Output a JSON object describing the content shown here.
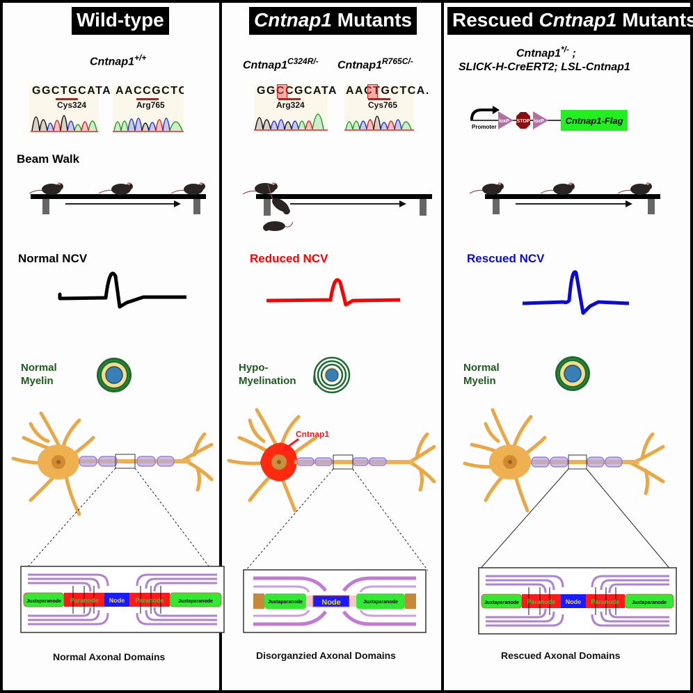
{
  "colors": {
    "ncv_normal": "#000000",
    "ncv_reduced": "#ff0000",
    "ncv_rescued": "#0a0ad8",
    "myelin_label": "#1d5a1d",
    "juxtaparanode": "#33e833",
    "paranode": "#ff1a1a",
    "node": "#1a1aff",
    "myelin_loops": "#b07fd6",
    "neuron": "#eeb050",
    "cntnap1_mark": "#ff2200"
  },
  "panels": [
    {
      "id": "wild-type",
      "title": {
        "pre": "",
        "italic": "",
        "post": "Wild-type"
      },
      "genotype": {
        "main": "Cntnap1",
        "sup": "+/+"
      },
      "sequences": [
        {
          "letters": "GGCTGCATA",
          "residue": "Cys324",
          "highlight": ""
        },
        {
          "letters": "AACCGCTCA",
          "residue": "Arg765",
          "highlight": ""
        }
      ],
      "beam_label": "Beam Walk",
      "ncv_label": "Normal NCV",
      "myelin_label": [
        "Normal",
        "Myelin"
      ],
      "domains": [
        "Juxtaparanode",
        "Paranode",
        "Node",
        "Paranode",
        "Juxtaparanode"
      ],
      "bottom_label": "Normal Axonal Domains"
    },
    {
      "id": "mutants",
      "title": {
        "pre": "",
        "italic": "Cntnap1",
        "post": " Mutants"
      },
      "genotypes": [
        {
          "main": "Cntnap1",
          "sup": "C324R/-"
        },
        {
          "main": "Cntnap1",
          "sup": "R765C/-"
        }
      ],
      "sequences": [
        {
          "letters": "GGCCGCATA",
          "residue": "Arg324",
          "highlight": "C"
        },
        {
          "letters": "AACTGCTCA.",
          "residue": "Cys765",
          "highlight": "T"
        }
      ],
      "ncv_label": "Reduced NCV",
      "myelin_label": [
        "Hypo-",
        "Myelination"
      ],
      "cntnap1_callout": "Cntnap1",
      "domains": [
        "Juxtaparanode",
        "Node",
        "Juxtaparanode"
      ],
      "bottom_label": "Disorganzied Axonal Domains"
    },
    {
      "id": "rescued",
      "title": {
        "pre": "Rescued ",
        "italic": "Cntnap1",
        "post": " Mutants"
      },
      "genotype_lines": [
        {
          "main": "Cntnap1",
          "sup": "*/-",
          "tail": " ;"
        },
        {
          "main": "SLICK-H-CreERT2; LSL-Cntnap1",
          "sup": "",
          "tail": ""
        }
      ],
      "construct": {
        "promoter": "Promoter",
        "loxp": "loxP",
        "stop": "STOP",
        "gene": "Cntnap1-Flag"
      },
      "ncv_label": "Rescued NCV",
      "myelin_label": [
        "Normal",
        "Myelin"
      ],
      "domains": [
        "Juxtaparanode",
        "Paranode",
        "Node",
        "Paranode",
        "Juxtaparanode"
      ],
      "bottom_label": "Rescued Axonal Domains"
    }
  ]
}
